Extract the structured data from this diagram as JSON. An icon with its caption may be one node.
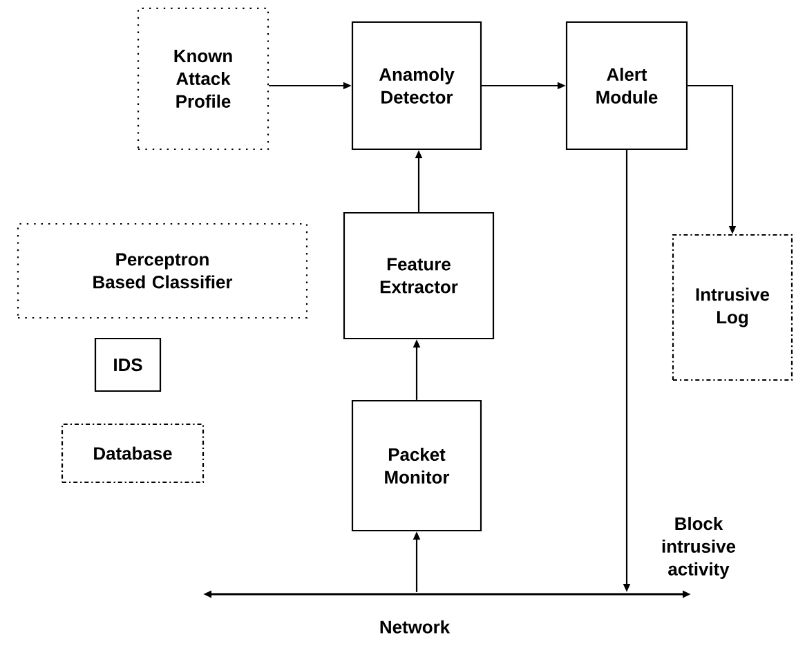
{
  "diagram": {
    "nodes": [
      {
        "text": [
          "Known Attack Profile"
        ]
      },
      {
        "text": [
          "Anamoly Detector"
        ]
      },
      {
        "text": [
          "Alert Module"
        ]
      },
      {
        "text": [
          "Perceptron Based Classifier"
        ]
      },
      {
        "text": [
          "Feature Extractor"
        ]
      },
      {
        "text": [
          "Intrusive Log"
        ]
      },
      {
        "text": [
          "IDS"
        ]
      },
      {
        "text": [
          "Database"
        ]
      },
      {
        "text": [
          "Packet Monitor"
        ]
      },
      {
        "text": [
          "Network"
        ]
      }
    ],
    "edges": [
      {
        "from": 0,
        "to": 1,
        "arrow": "to"
      },
      {
        "from": 1,
        "to": 2,
        "arrow": "to"
      },
      {
        "from": 2,
        "to": 5,
        "arrow": "to"
      },
      {
        "from": 4,
        "to": 1,
        "arrow": "to"
      },
      {
        "from": 8,
        "to": 4,
        "arrow": "to"
      },
      {
        "from": 9,
        "to": 8,
        "arrow": "to"
      },
      {
        "from": 2,
        "to": 9,
        "arrow": "to",
        "label": "Block intrusive activity"
      }
    ]
  }
}
